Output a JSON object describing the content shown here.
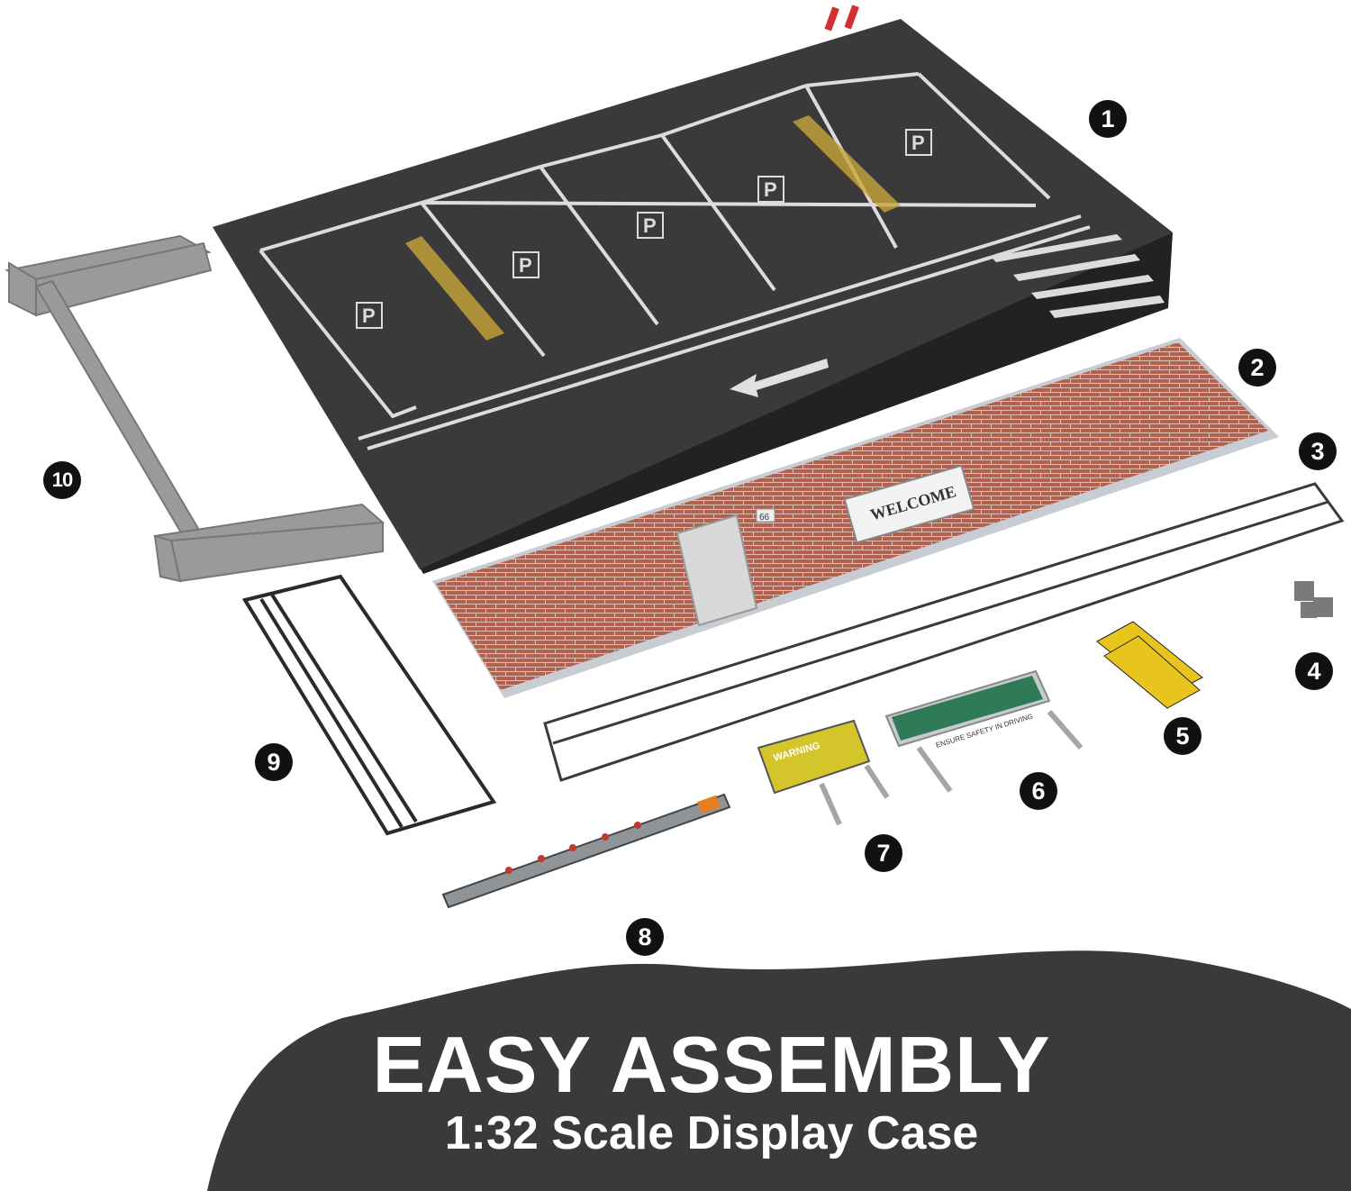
{
  "headline": "EASY ASSEMBLY",
  "subheadline": "1:32 Scale Display Case",
  "part_numbers": [
    "1",
    "2",
    "3",
    "4",
    "5",
    "6",
    "7",
    "8",
    "9",
    "10"
  ],
  "scene_text": {
    "parking_symbol": "P",
    "welcome_sign": "WELCOME",
    "door_number": "66",
    "warning_sign": "WARNING",
    "safety_sign": "ENSURE SAFETY IN DRIVING"
  },
  "colors": {
    "asphalt": "#3a3a3a",
    "brick": "#b0614f",
    "banner": "#3a3a3a",
    "badge": "#111111",
    "stripe": "#e8e8e8",
    "hatch": "#c9a63a",
    "gray_part": "#9a9a9a"
  }
}
